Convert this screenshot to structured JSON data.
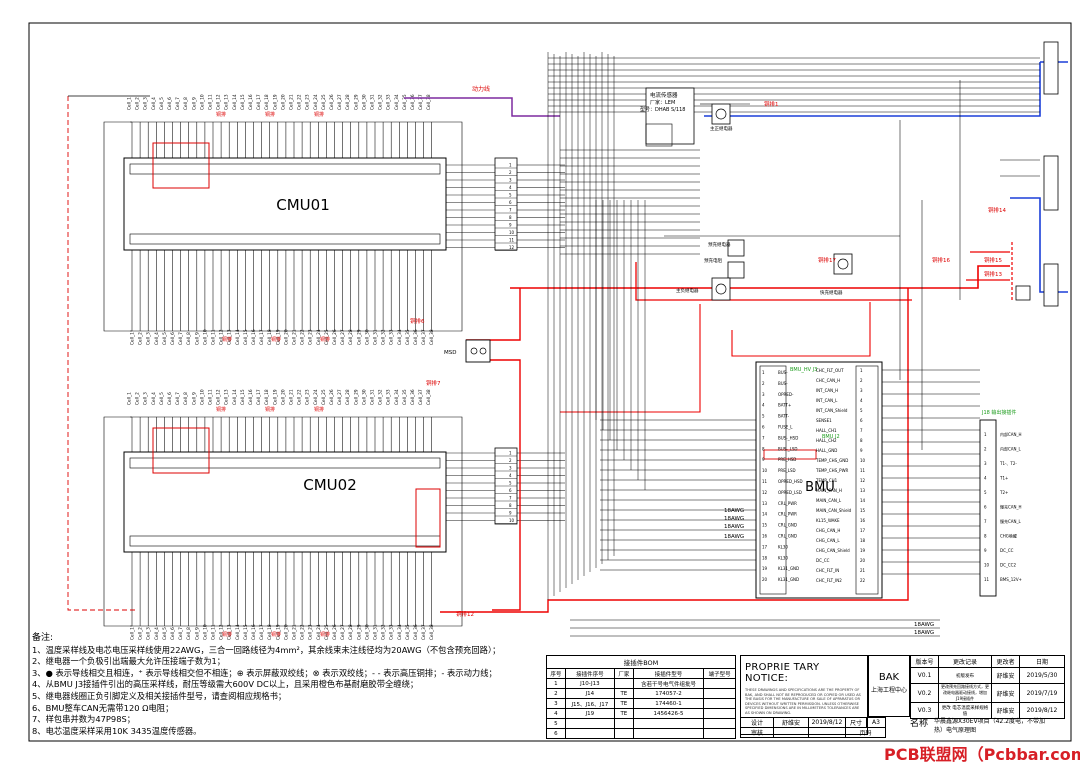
{
  "diagram": {
    "labels": {
      "cmu1": "CMU01",
      "cmu2": "CMU02",
      "bmu": "BMU",
      "power_line": "动力线",
      "msd": "MSD",
      "current_sensor": "电流传感器",
      "sensor_maker": "厂家：LEM",
      "sensor_model": "型号：DHAB S/118",
      "main_pos_relay": "主正继电器",
      "main_neg_relay": "主负继电器",
      "precharge_relay": "预充继电器",
      "precharge_res": "预充电阻",
      "quick_charge_relay": "快充继电器",
      "bmu_hv": "BMU_HV J3",
      "bmu_j2": "BMU J2",
      "conn_j18": "J18 输出接插件",
      "awg18": "18AWG",
      "copper1": "铜排1",
      "copper6": "铜排6",
      "copper7": "铜排7",
      "copper12": "铜排12",
      "copper13": "铜排13",
      "copper14": "铜排14",
      "copper15": "铜排15",
      "copper16": "铜排16",
      "copper17": "铜排17"
    },
    "bmu_pins_left": [
      "BUS-",
      "BUS-",
      "OPRED-",
      "BATT+",
      "BATT-",
      "FUSE_L",
      "BUS-_HSD",
      "BUS-_LSD",
      "PRE_HSD",
      "PRE_LSD",
      "OPRED_HSD",
      "OPRED_LSD",
      "CRL_PWR",
      "CRL_PWR",
      "CRL_GND",
      "CRL_GND",
      "KL30",
      "KL30",
      "KL31_GND",
      "KL31_GND"
    ],
    "bmu_pins_right": [
      "CHC_FLT_OUT",
      "CHC_CAN_H",
      "INT_CAN_H",
      "INT_CAN_L",
      "INT_CAN_Shield",
      "SENSE1",
      "HALL_CH1",
      "HALL_CH2",
      "HALL_GND",
      "TEMP_CHS_GND",
      "TEMP_CHS_PWR",
      "TEMP_CH1",
      "MAIN_CAN_H",
      "MAIN_CAN_L",
      "MAIN_CAN_Shield",
      "KL15_WAKE",
      "CHG_CAN_H",
      "CHG_CAN_L",
      "CHG_CAN_Shield",
      "DC_CC",
      "CHC_FLT_IN",
      "CHC_FLT_IN2"
    ],
    "j18_pins": [
      "内部CAN_H",
      "内部CAN_L",
      "T1-、T2-",
      "T1+",
      "T2+",
      "慢充CAN_H",
      "慢充CAN_L",
      "CHG唤醒",
      "DC_CC",
      "DC_CC2",
      "BMS_12V+"
    ]
  },
  "notes": {
    "header": "备注:",
    "lines": [
      "1、温度采样线及电芯电压采样线使用22AWG，三合一回路线径为4mm²，其余线束未注线径均为20AWG（不包含预充回路）；",
      "2、继电器一个负极引出端最大允许压接端子数为1；",
      "3、● 表示导线相交且相连，⁺ 表示导线相交但不相连；⊕ 表示屏蔽双绞线；⊗ 表示双绞线；- - 表示高压铜排；- 表示动力线；",
      "4、从BMU J3接插件引出的高压采样线，耐压等级需大600V DC以上，且采用橙色布基耐磨胶带全缠绕；",
      "5、继电器线圈正负引脚定义及相关接插件型号，请查阅相应规格书；",
      "6、BMU整车CAN无需带120 Ω电阻；",
      "7、样包串并数为47P98S；",
      "8、电芯温度采样采用10K 3435温度传感器。"
    ]
  },
  "bom": {
    "caption": "接插件BOM",
    "headers": [
      "序号",
      "接插件序号",
      "厂家",
      "接插件型号",
      "端子型号"
    ],
    "rows": [
      [
        "1",
        "J10-J13",
        "",
        "含若干号电气件组批号",
        ""
      ],
      [
        "2",
        "J14",
        "TE",
        "174057-2",
        ""
      ],
      [
        "3",
        "J15、J16、J17",
        "TE",
        "174460-1",
        ""
      ],
      [
        "4",
        "J19",
        "TE",
        "1456426-5",
        ""
      ],
      [
        "5",
        "",
        "",
        "",
        ""
      ],
      [
        "6",
        "",
        "",
        "",
        ""
      ]
    ]
  },
  "notice": {
    "title": "PROPRIE TARY NOTICE:",
    "body": "THESE DRAWINGS AND SPECIFICATIONS ARE THE PROPERTY OF BAK, AND SHALL NOT BE REPRODUCED OR COPIED OR USED AS THE BASIS FOR THE MANUFACTURE OR SALE OF APPARATUS OR DEVICES WITHOUT WRITTEN PERMISSION. UNLESS OTHERWISE SPECIFIED DIMENSIONS ARE IN MILLIMETERS TOLERANCES ARE AS SHOWN ON DRAWING."
  },
  "company": {
    "name": "BAK",
    "center": "上海工程中心"
  },
  "revisions": {
    "headers": [
      "版本号",
      "更改记录",
      "更改者",
      "日期"
    ],
    "rows": [
      [
        "V0.1",
        "初版发布",
        "舒维安",
        "2019/5/30"
      ],
      [
        "V0.2",
        "更改预充回路接线方式，更改继电器驱动接线，增加J19接插件",
        "舒维安",
        "2019/7/19"
      ],
      [
        "V0.3",
        "更改 电芯温度采样规格 值",
        "舒维安",
        "2019/8/12"
      ]
    ]
  },
  "signoff": {
    "design_label": "设计",
    "designer": "舒维安",
    "design_date": "2019/8/12",
    "size_label": "尺寸",
    "size": "A3",
    "review_label": "审核",
    "page_label": "页码",
    "name_label": "名称",
    "drawing_name": "华晨鑫源X30EV项目（42.2度电，不带加热）电气原理图"
  },
  "watermark": "PCB联盟网（Pcbbar.com）"
}
